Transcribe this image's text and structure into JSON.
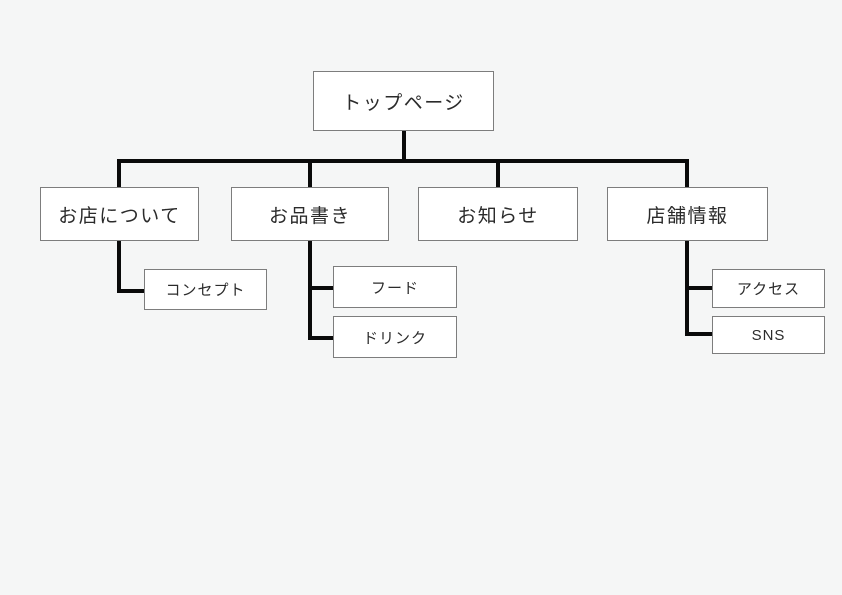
{
  "colors": {
    "page_bg": "#f5f6f6",
    "box_fill": "#ffffff",
    "box_border": "#7d7d7d",
    "connector": "#0a0a0a",
    "text": "#2b2b2b"
  },
  "sitemap": {
    "type": "site-map-tree",
    "nodes": {
      "top": {
        "label": "トップページ",
        "level": 1
      },
      "about": {
        "label": "お店について",
        "level": 2,
        "parent": "top"
      },
      "menu": {
        "label": "お品書き",
        "level": 2,
        "parent": "top"
      },
      "news": {
        "label": "お知らせ",
        "level": 2,
        "parent": "top"
      },
      "store": {
        "label": "店舗情報",
        "level": 2,
        "parent": "top"
      },
      "concept": {
        "label": "コンセプト",
        "level": 3,
        "parent": "about"
      },
      "food": {
        "label": "フード",
        "level": 3,
        "parent": "menu"
      },
      "drink": {
        "label": "ドリンク",
        "level": 3,
        "parent": "menu"
      },
      "access": {
        "label": "アクセス",
        "level": 3,
        "parent": "store"
      },
      "sns": {
        "label": "SNS",
        "level": 3,
        "parent": "store"
      }
    }
  }
}
